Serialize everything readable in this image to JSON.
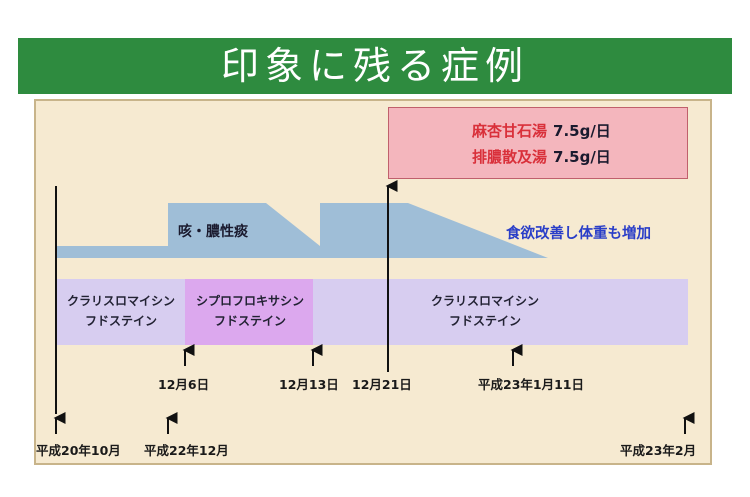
{
  "slide": {
    "title": "印象に残る症例"
  },
  "herbs": [
    {
      "name": "麻杏甘石湯",
      "dose": "7.5g/日"
    },
    {
      "name": "排膿散及湯",
      "dose": "7.5g/日"
    }
  ],
  "symptom": {
    "label": "咳・膿性痰"
  },
  "outcome": {
    "label": "食欲改善し体重も増加"
  },
  "drugs": [
    {
      "line1": "クラリスロマイシン",
      "line2": "フドステイン"
    },
    {
      "line1": "シプロフロキサシン",
      "line2": "フドステイン"
    },
    {
      "line1": "クラリスロマイシン",
      "line2": "フドステイン"
    }
  ],
  "events": [
    {
      "label": "12月6日"
    },
    {
      "label": "12月13日"
    },
    {
      "label": "12月21日"
    },
    {
      "label": "平成23年1月11日"
    }
  ],
  "timeline": [
    {
      "label": "平成20年10月"
    },
    {
      "label": "平成22年12月"
    },
    {
      "label": "平成23年2月"
    }
  ],
  "colors": {
    "title_bg": "#2e8b3f",
    "panel_bg": "#f6ead1",
    "herb_box_bg": "#f4b6bd",
    "herb_name": "#d9303a",
    "symptom_fill": "#8fb6d8",
    "drug_band": "#d7cdf0",
    "drug_highlight": "#dca8ee",
    "outcome_text": "#2a3ec8"
  }
}
